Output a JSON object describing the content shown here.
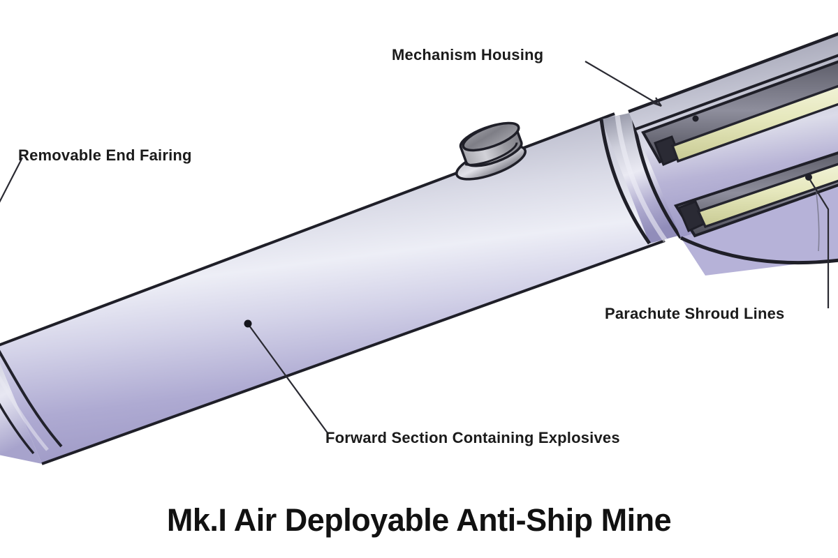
{
  "diagram": {
    "title": "Mk.I Air Deployable Anti-Ship Mine",
    "subject": "air-deployable anti-ship naval mine, isometric CAD rendering",
    "background_color": "#ffffff",
    "callouts": [
      {
        "id": "mechanism-housing",
        "label": "Mechanism Housing",
        "leader_from": [
          838,
          88
        ],
        "leader_to": [
          947,
          152
        ],
        "terminator": "arrow"
      },
      {
        "id": "removable-end-fairing",
        "label": "Removable End Fairing",
        "leader_from": [
          30,
          228
        ],
        "leader_to": [
          0,
          290
        ],
        "terminator": "line"
      },
      {
        "id": "parachute-shroud-lines",
        "label": "Parachute Shroud Lines",
        "leader_from": [
          1186,
          440
        ],
        "leader_to": [
          1158,
          254
        ],
        "terminator": "dot"
      },
      {
        "id": "forward-section",
        "label": "Forward Section Containing Explosives",
        "leader_from": [
          468,
          620
        ],
        "leader_to": [
          355,
          464
        ],
        "terminator": "dot"
      }
    ]
  },
  "colors": {
    "body_light": "#e9e9f4",
    "body_mid": "#b6b6cb",
    "body_shadow": "#a6a2cb",
    "body_top_dark": "#989aad",
    "outline": "#1a1a22",
    "shroud_line": "#e9ebc2",
    "shroud_line_shade": "#c9cb96",
    "cap_gray": "#8d8d92",
    "cap_light": "#c9c9ce",
    "text": "#1b1b1b"
  },
  "parts": [
    {
      "name": "removable-end-fairing",
      "description": "blunt elliptical nose cap at left end of body"
    },
    {
      "name": "forward-section",
      "description": "long cylindrical forward section containing explosives"
    },
    {
      "name": "filler-cap",
      "description": "small cylindrical fitting with flange on top of forward section"
    },
    {
      "name": "joint-band",
      "description": "ring band joining forward section to mechanism housing"
    },
    {
      "name": "mechanism-housing",
      "description": "rear housing section with recessed shroud-line channels"
    },
    {
      "name": "shroud-channel-upper",
      "description": "upper recessed channel holding a parachute shroud line"
    },
    {
      "name": "shroud-channel-lower",
      "description": "lower recessed channel holding a parachute shroud line"
    }
  ]
}
